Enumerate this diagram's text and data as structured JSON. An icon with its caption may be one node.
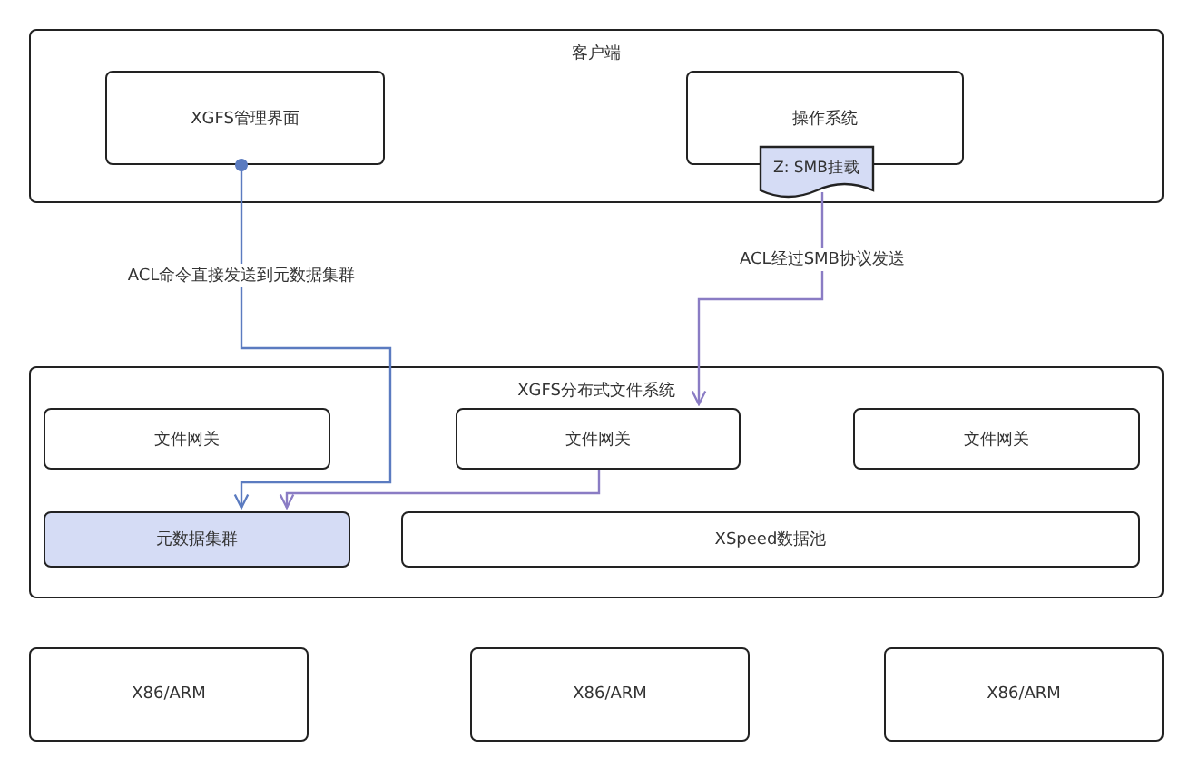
{
  "diagram": {
    "nodes": [
      {
        "text": [
          "客户端"
        ]
      },
      {
        "text": [
          "XGFS管理界面"
        ],
        "in": 0
      },
      {
        "text": [
          "操作系统"
        ],
        "in": 0
      },
      {
        "text": [
          "Z: SMB挂载"
        ],
        "in": 0
      },
      {
        "text": [
          "XGFS分布式文件系统"
        ]
      },
      {
        "text": [
          "文件网关"
        ],
        "in": 4
      },
      {
        "text": [
          "文件网关"
        ],
        "in": 4
      },
      {
        "text": [
          "文件网关"
        ],
        "in": 4
      },
      {
        "text": [
          "元数据集群"
        ],
        "in": 4
      },
      {
        "text": [
          "XSpeed数据池"
        ],
        "in": 4
      },
      {
        "text": [
          "X86/ARM"
        ]
      },
      {
        "text": [
          "X86/ARM"
        ]
      },
      {
        "text": [
          "X86/ARM"
        ]
      }
    ],
    "edges": [
      {
        "from": 1,
        "to": 8,
        "arrow": "to",
        "label": "ACL命令直接发送到元数据集群",
        "color": "#5b7bc0"
      },
      {
        "from": 3,
        "to": 6,
        "arrow": "to",
        "label": "ACL经过SMB协议发送"
      },
      {
        "from": 6,
        "to": 8,
        "arrow": "to"
      }
    ]
  }
}
